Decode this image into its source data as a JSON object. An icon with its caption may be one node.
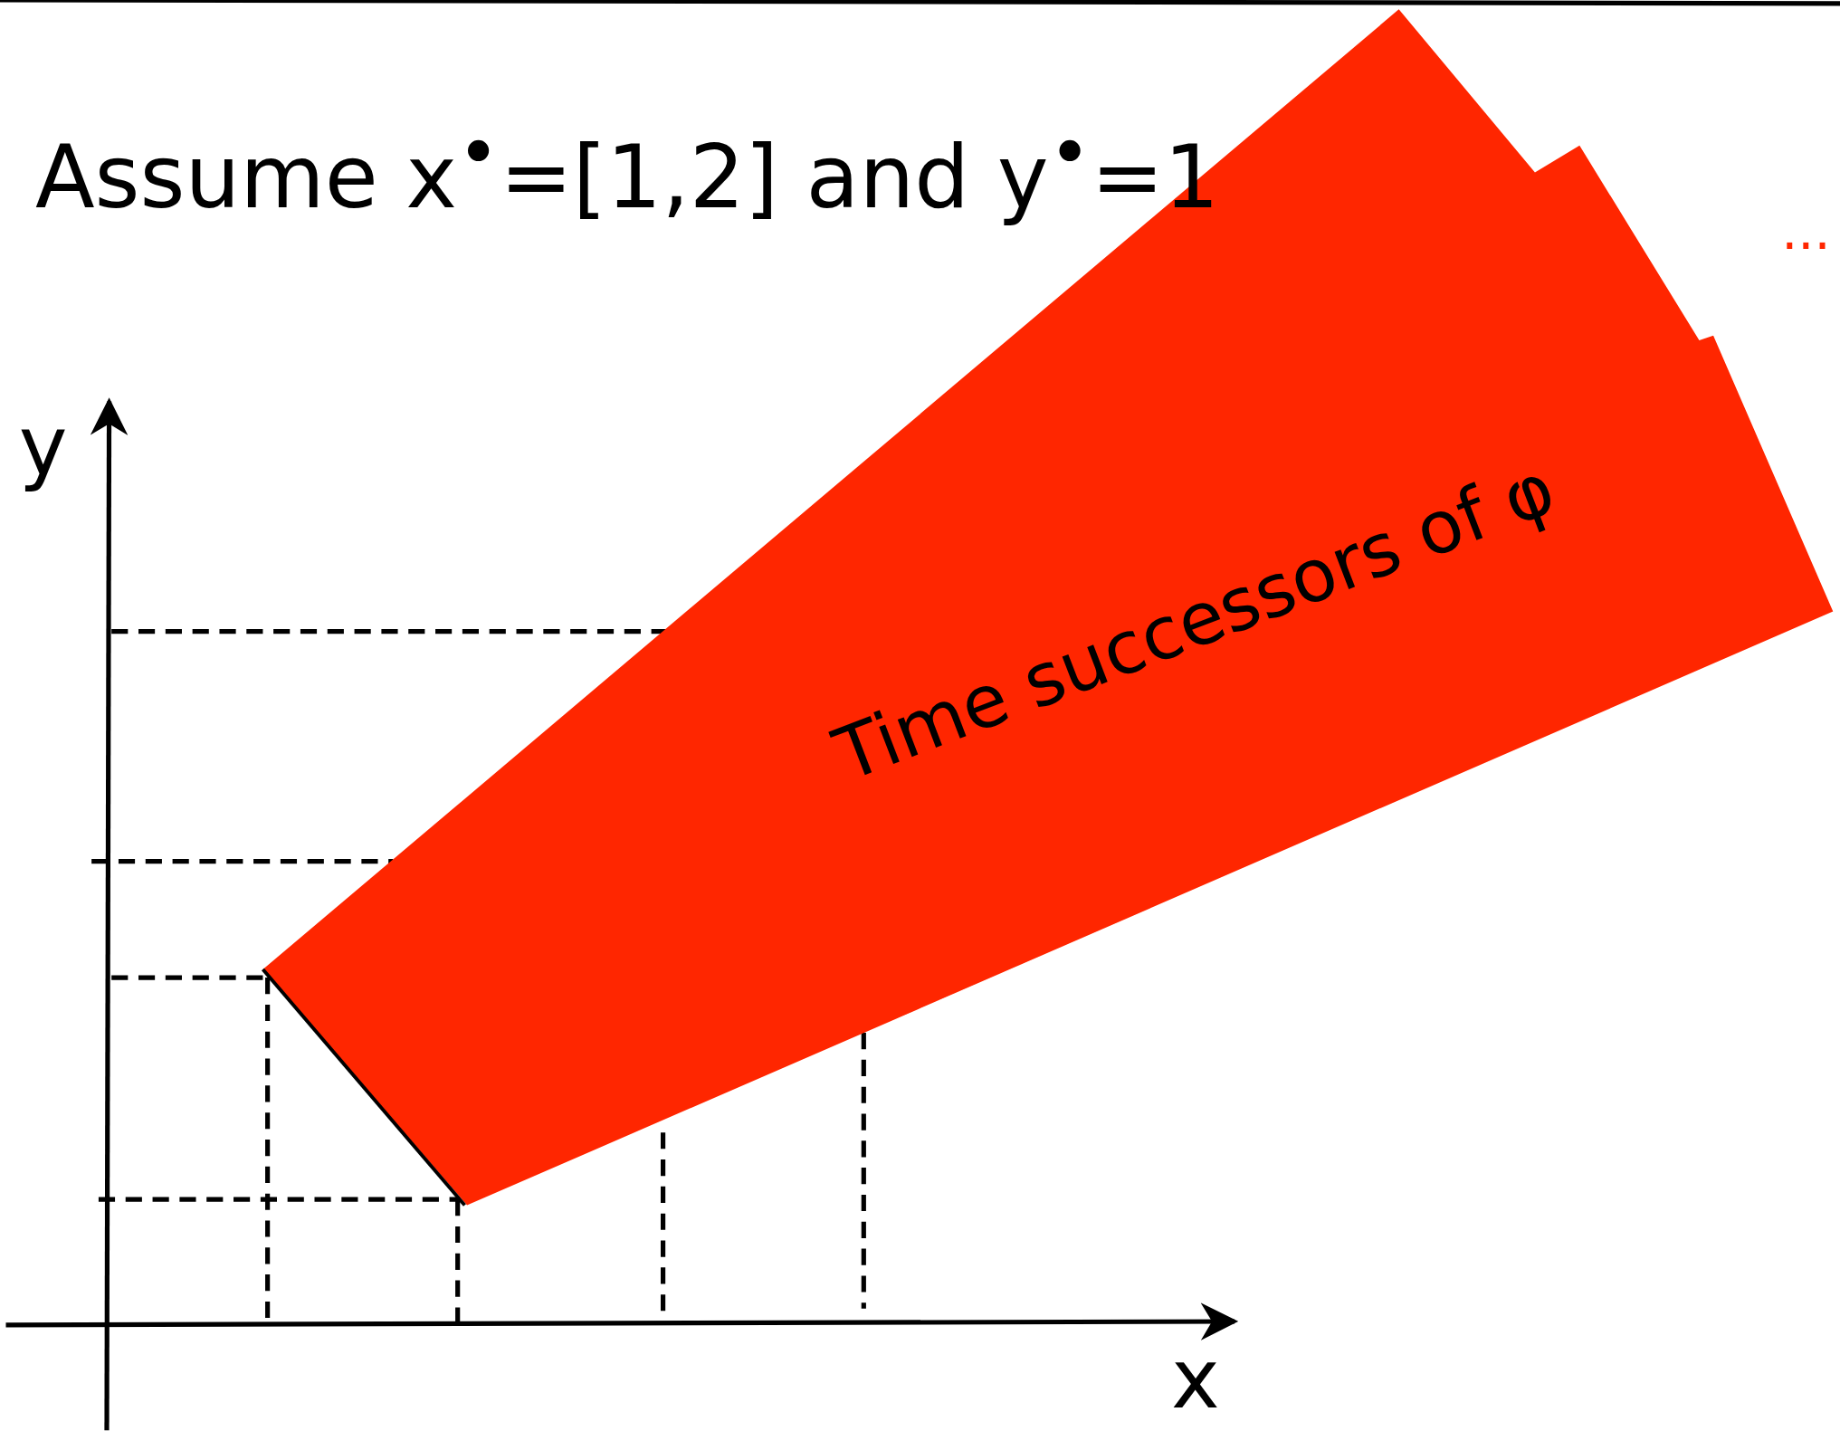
{
  "diagram": {
    "title": "Assume x$^{•}$=[1,2] and y$^{•}$=1",
    "labels": [
      "y",
      "x",
      "Time successors of φ",
      "..."
    ]
  }
}
